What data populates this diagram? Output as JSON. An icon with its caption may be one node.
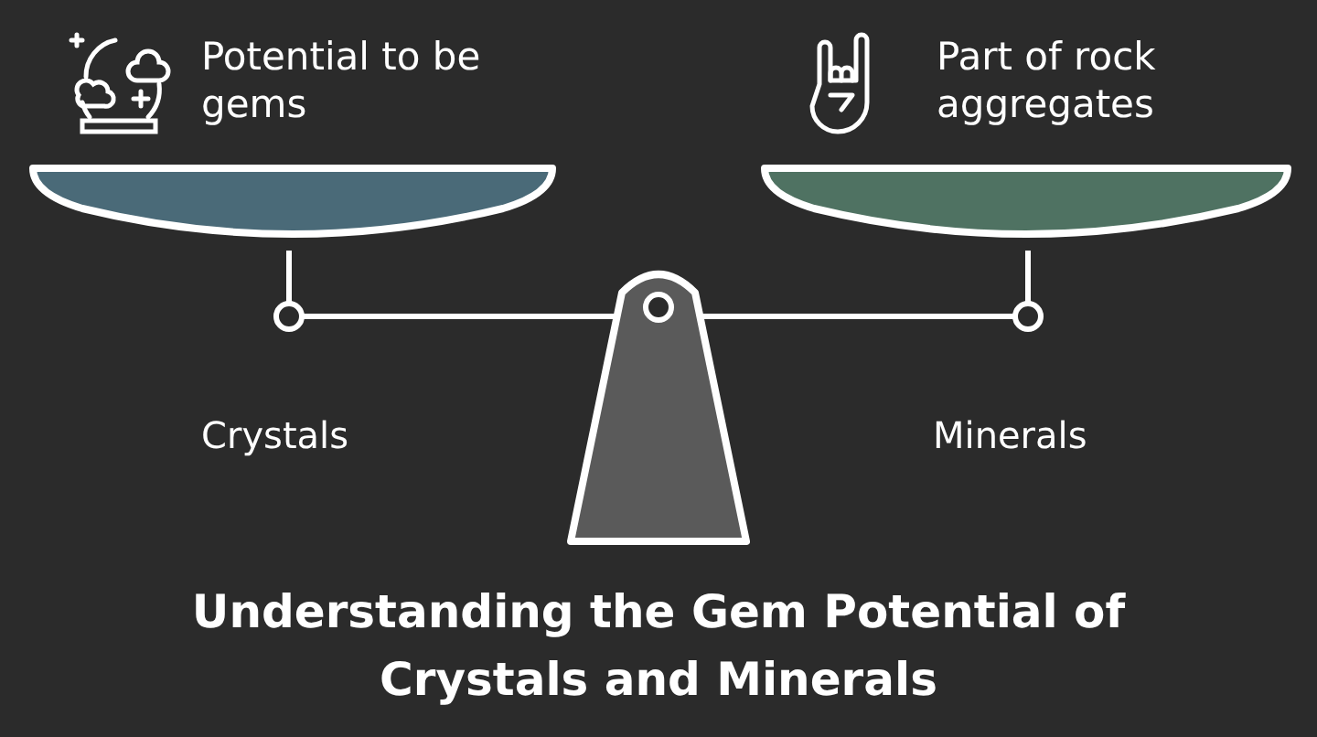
{
  "diagram": {
    "title": "Understanding the Gem Potential of Crystals and Minerals",
    "nodes": [
      {
        "text": [
          "Potential to be gems"
        ]
      },
      {
        "text": [
          "Part of rock aggregates"
        ]
      }
    ],
    "labels": [
      "Crystals",
      "Minerals"
    ]
  }
}
